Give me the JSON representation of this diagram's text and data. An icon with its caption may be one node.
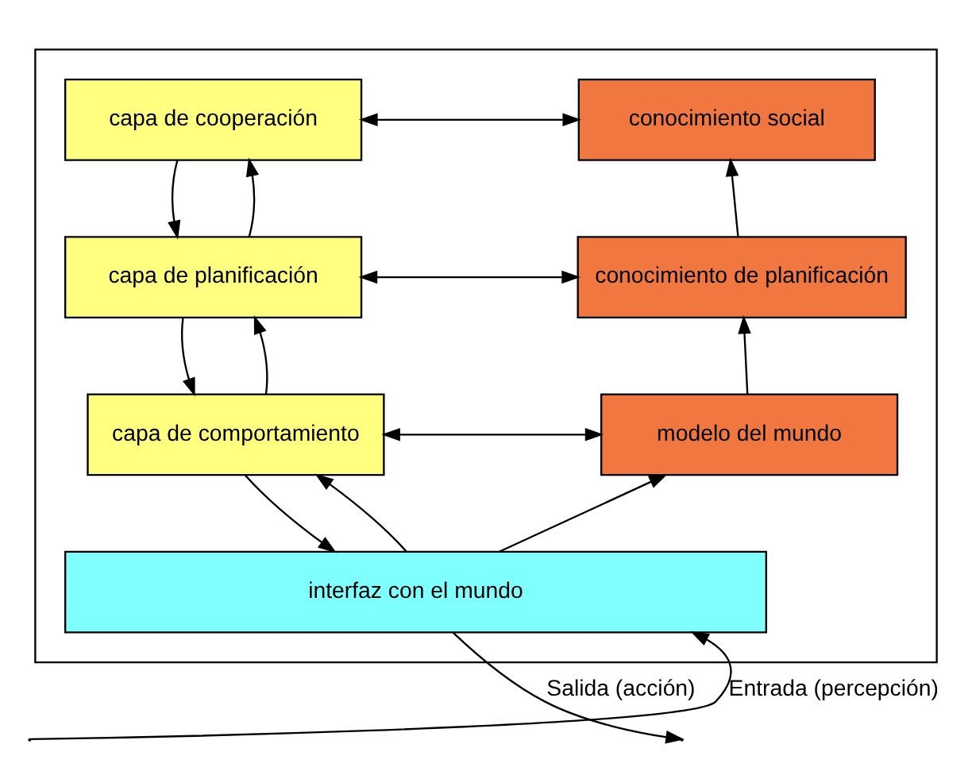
{
  "diagram": {
    "nodes": [
      {
        "text": [],
        "shape": "box"
      },
      {
        "text": [
          "capa de cooperación"
        ],
        "in": 0
      },
      {
        "text": [
          "conocimiento social"
        ],
        "in": 0
      },
      {
        "text": [
          "capa de planificación"
        ],
        "in": 0
      },
      {
        "text": [
          "conocimiento de planificación"
        ],
        "in": 0
      },
      {
        "text": [
          "capa de comportamiento"
        ],
        "in": 0
      },
      {
        "text": [
          "modelo del mundo"
        ],
        "in": 0
      },
      {
        "text": [
          "interfaz con el mundo"
        ],
        "in": 0
      }
    ],
    "edges": [
      {
        "from": 1,
        "to": 2,
        "arrow": "both"
      },
      {
        "from": 3,
        "to": 1,
        "arrow": "to"
      },
      {
        "from": 1,
        "to": 3,
        "arrow": "to"
      },
      {
        "from": 3,
        "to": 4,
        "arrow": "both"
      },
      {
        "from": 4,
        "to": 2,
        "arrow": "to"
      },
      {
        "from": 5,
        "to": 3,
        "arrow": "to"
      },
      {
        "from": 3,
        "to": 5,
        "arrow": "to"
      },
      {
        "from": 5,
        "to": 6,
        "arrow": "both"
      },
      {
        "from": 6,
        "to": 4,
        "arrow": "to"
      },
      {
        "from": 7,
        "to": 5,
        "arrow": "to"
      },
      {
        "from": 5,
        "to": 7,
        "arrow": "to"
      },
      {
        "from": 7,
        "to": 6,
        "arrow": "to"
      },
      {
        "from": null,
        "to": 7,
        "arrow": "to",
        "label": "Entrada (percepción)"
      },
      {
        "from": 7,
        "to": null,
        "arrow": "to",
        "label": "Salida (acción)"
      }
    ]
  }
}
